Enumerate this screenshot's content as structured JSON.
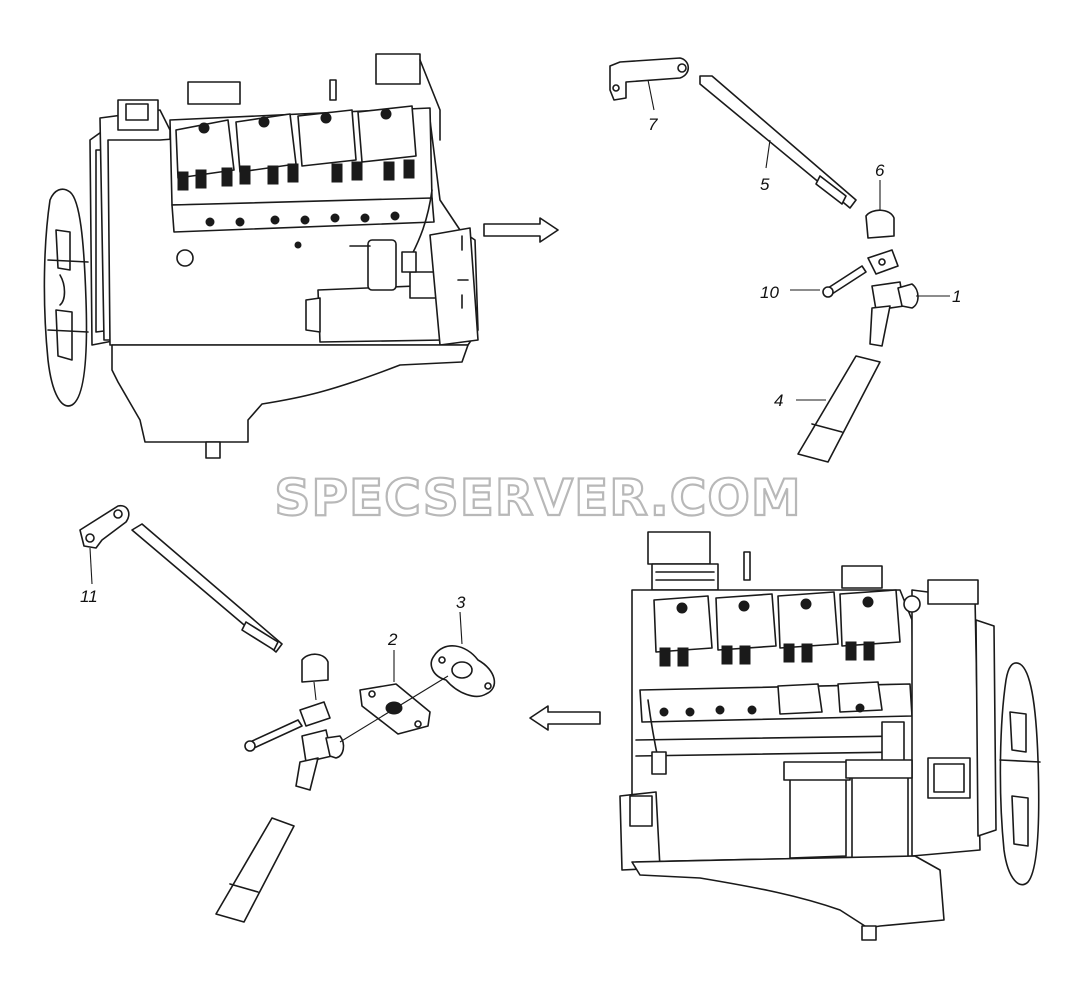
{
  "watermark": "SPECSERVER.COM",
  "callouts": {
    "c1": "1",
    "c2": "2",
    "c3": "3",
    "c4": "4",
    "c5": "5",
    "c6": "6",
    "c7": "7",
    "c10": "10",
    "c11": "11"
  },
  "colors": {
    "line": "#1a1a1a",
    "background": "#ffffff",
    "watermark_outline": "#b8b8b8"
  }
}
